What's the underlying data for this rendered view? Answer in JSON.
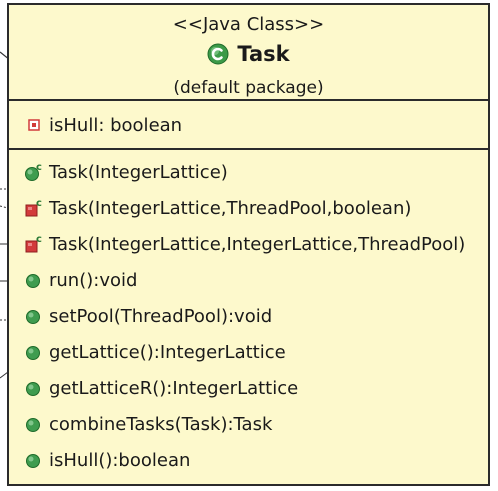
{
  "class": {
    "stereotype": "<<Java Class>>",
    "name": "Task",
    "package": "(default package)"
  },
  "attributes": [
    {
      "label": "isHull: boolean",
      "icon": "private-field-icon"
    }
  ],
  "operations": [
    {
      "label": "Task(IntegerLattice)",
      "icon": "public-constructor-icon"
    },
    {
      "label": "Task(IntegerLattice,ThreadPool,boolean)",
      "icon": "private-constructor-icon"
    },
    {
      "label": "Task(IntegerLattice,IntegerLattice,ThreadPool)",
      "icon": "private-constructor-icon"
    },
    {
      "label": "run():void",
      "icon": "public-method-icon"
    },
    {
      "label": "setPool(ThreadPool):void",
      "icon": "public-method-icon"
    },
    {
      "label": "getLattice():IntegerLattice",
      "icon": "public-method-icon"
    },
    {
      "label": "getLatticeR():IntegerLattice",
      "icon": "public-method-icon"
    },
    {
      "label": "combineTasks(Task):Task",
      "icon": "public-method-icon"
    },
    {
      "label": "isHull():boolean",
      "icon": "public-method-icon"
    }
  ],
  "colors": {
    "class_fill": "#fdf9cc",
    "border": "#2b2b2b",
    "public_icon": "#3f9c4f",
    "private_icon": "#d23b3b",
    "class_badge": "#3c9a48"
  }
}
